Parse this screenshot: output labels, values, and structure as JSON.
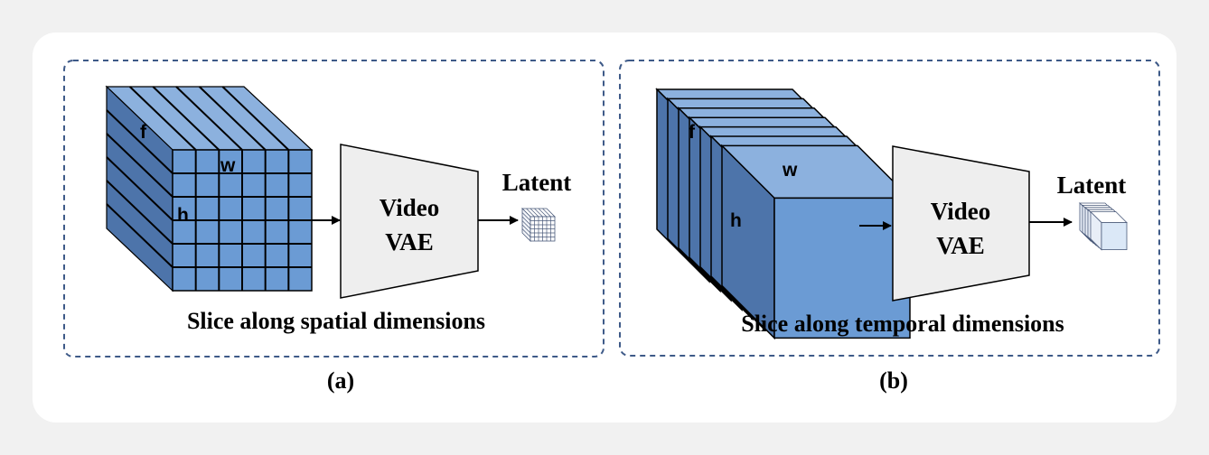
{
  "panel_a": {
    "cube_labels": {
      "f": "f",
      "w": "w",
      "h": "h"
    },
    "encoder_line1": "Video",
    "encoder_line2": "VAE",
    "latent_label": "Latent",
    "caption": "Slice along spatial dimensions",
    "panel_label": "(a)"
  },
  "panel_b": {
    "cube_labels": {
      "f": "f",
      "w": "w",
      "h": "h"
    },
    "encoder_line1": "Video",
    "encoder_line2": "VAE",
    "latent_label": "Latent",
    "caption": "Slice along temporal dimensions",
    "panel_label": "(b)"
  },
  "colors": {
    "front": "#6b9bd4",
    "side": "#4d74aa",
    "top": "#8cb1de",
    "border_dash": "#3e5a88",
    "encoder_fill": "#eeeeee"
  }
}
